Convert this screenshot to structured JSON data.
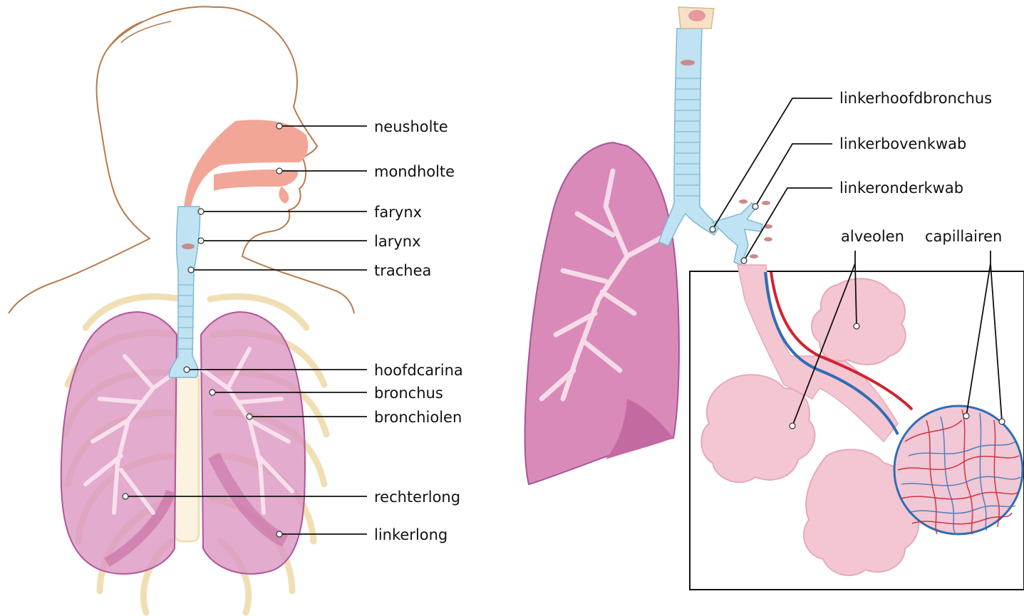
{
  "left_diagram": {
    "labels": {
      "neusholte": "neusholte",
      "mondholte": "mondholte",
      "farynx": "farynx",
      "larynx": "larynx",
      "trachea": "trachea",
      "hoofdcarina": "hoofdcarina",
      "bronchus": "bronchus",
      "bronchiolen": "bronchiolen",
      "rechterlong": "rechterlong",
      "linkerlong": "linkerlong"
    }
  },
  "right_diagram": {
    "labels": {
      "linkerhoofdbronchus": "linkerhoofdbronchus",
      "linkerbovenkwab": "linkerbovenkwab",
      "linkeronderkwab": "linkeronderkwab",
      "alveolen": "alveolen",
      "capillairen": "capillairen"
    }
  },
  "colors": {
    "outline_brown": "#b97a4a",
    "nasal_pink": "#f2a698",
    "trachea_blue": "#bfe3f2",
    "lung_pink": "#d98ab8",
    "lung_dark": "#c46aa2",
    "bronchi_light": "#f6dbe9",
    "rib_yellow": "#f6e7c3",
    "alveoli_pink": "#f3c6d2",
    "vessel_red": "#d1232f",
    "vessel_blue": "#2f6db5"
  }
}
